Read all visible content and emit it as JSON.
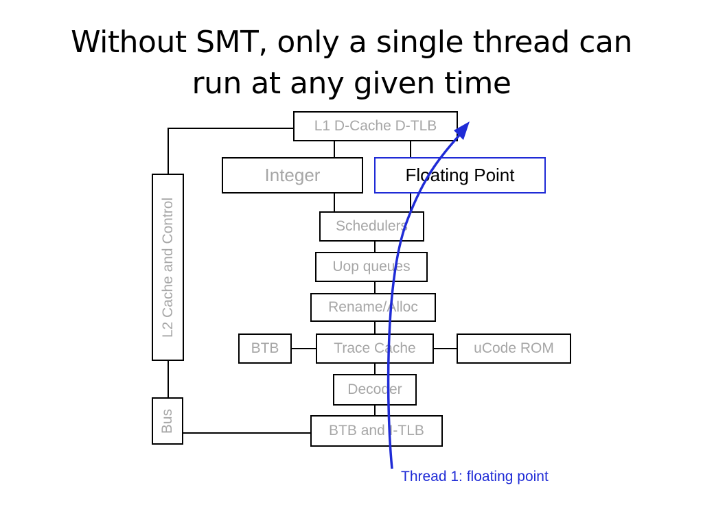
{
  "slide": {
    "title_line1": "Without SMT, only a single thread can",
    "title_line2": "run at any given time"
  },
  "diagram": {
    "l1_dcache": "L1 D-Cache D-TLB",
    "integer": "Integer",
    "floating_point": "Floating Point",
    "schedulers": "Schedulers",
    "uop_queues": "Uop queues",
    "rename_alloc": "Rename/Alloc",
    "btb": "BTB",
    "trace_cache": "Trace Cache",
    "ucode_rom": "uCode ROM",
    "decoder": "Decoder",
    "btb_itlb": "BTB and I-TLB",
    "l2_cache": "L2 Cache and Control",
    "bus": "Bus",
    "thread_label": "Thread 1: floating point"
  },
  "colors": {
    "active": "#1f2bd6",
    "inactive_text": "#a6a6a6",
    "line": "#000000"
  }
}
